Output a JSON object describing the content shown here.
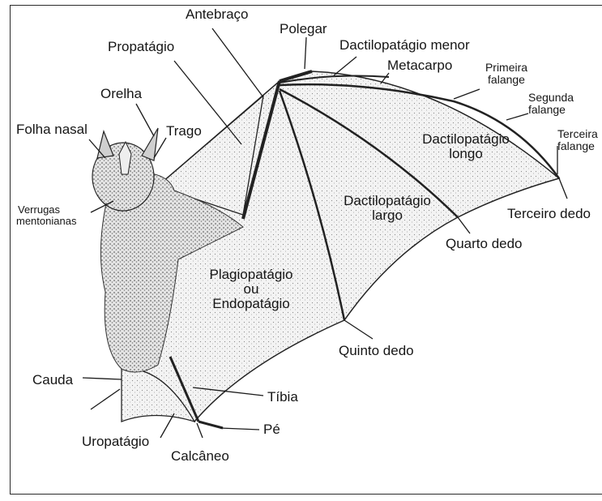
{
  "labels": {
    "antebraco": "Antebraço",
    "polegar": "Polegar",
    "dactilopatagio_menor": "Dactilopatágio menor",
    "propatagio": "Propatágio",
    "metacarpo": "Metacarpo",
    "primeira_falange_1": "Primeira",
    "primeira_falange_2": "falange",
    "segunda_falange_1": "Segunda",
    "segunda_falange_2": "falange",
    "terceira_falange_1": "Terceira",
    "terceira_falange_2": "falange",
    "orelha": "Orelha",
    "folha_nasal": "Folha nasal",
    "trago": "Trago",
    "dactilopatagio_longo_1": "Dactilopatágio",
    "dactilopatagio_longo_2": "longo",
    "terceiro_dedo": "Terceiro dedo",
    "verrugas_1": "Verrugas",
    "verrugas_2": "mentonianas",
    "dactilopatagio_largo_1": "Dactilopatágio",
    "dactilopatagio_largo_2": "largo",
    "quarto_dedo": "Quarto dedo",
    "plagiopatagio_1": "Plagiopatágio",
    "plagiopatagio_2": "ou",
    "plagiopatagio_3": "Endopatágio",
    "quinto_dedo": "Quinto dedo",
    "cauda": "Cauda",
    "tibia": "Tíbia",
    "pe": "Pé",
    "uropatagio": "Uropatágio",
    "calcaneo": "Calcâneo"
  },
  "colors": {
    "ink": "#161616",
    "membrane": "#d9d9d9",
    "fur": "#bdbdbd",
    "border": "#2a2a2a"
  }
}
